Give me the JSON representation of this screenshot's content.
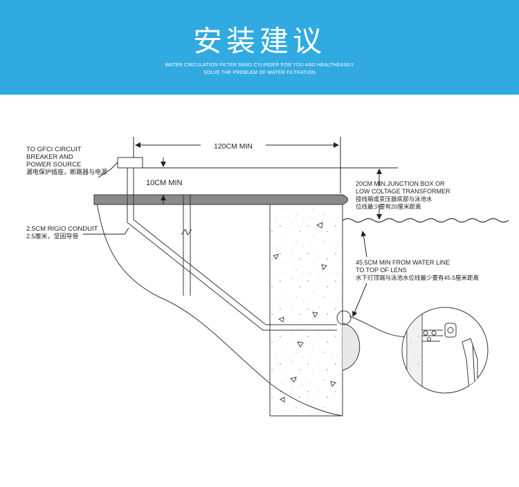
{
  "banner": {
    "title": "安装建议",
    "subtitle_line1": "WATER CIRCULATION FILTER SAND CYLINDER FOR YOU AND HEALTHEASILY",
    "subtitle_line2": "SOLVE THE PROBLEM OF WATER FILTRATION",
    "background_color": "#31aae2"
  },
  "diagram": {
    "dim_horizontal": "120CM MIN",
    "dim_deck": "10CM MIN",
    "gfci": {
      "line1": "TO GFCI CIRCUIT",
      "line2": "BREAKER AND",
      "line3": "POWER SOURCE",
      "cn": "漏电保护插座，断路器与电源"
    },
    "conduit": {
      "en": "2.5CM RIGIO CONDUIT",
      "cn": "2.5厘米，坚固导管"
    },
    "junction": {
      "line1": "20CM MIN.JUNCTION BOX OR",
      "line2": "LOW COLTAGE TRANSFORMER",
      "cn1": "接线箱或变压器底部与泳池水",
      "cn2": "位线最少要有20厘米距离"
    },
    "water_line": {
      "line1": "45.5CM MIN FROM WATER LINE",
      "line2": "TO TOP OF LENS",
      "cn": "水下灯顶端与泳池水位线最少要有45.5厘米距离"
    }
  }
}
